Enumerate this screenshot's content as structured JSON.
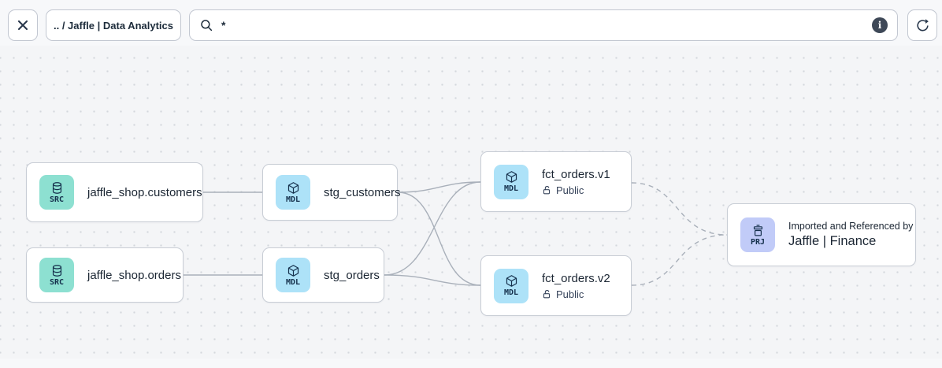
{
  "toolbar": {
    "breadcrumb": ".. / Jaffle | Data Analytics",
    "search": {
      "value": "*",
      "placeholder": ""
    },
    "info_glyph": "i",
    "icons": {
      "close": "close-icon (x)",
      "search": "search-icon (magnifier)",
      "info": "info-icon (filled circle i)",
      "refresh": "refresh-icon (clockwise arrow)"
    }
  },
  "graph": {
    "nodes": [
      {
        "badge": "SRC",
        "title": "jaffle_shop.customers",
        "type": "source"
      },
      {
        "badge": "SRC",
        "title": "jaffle_shop.orders",
        "type": "source"
      },
      {
        "badge": "MDL",
        "title": "stg_customers",
        "type": "model"
      },
      {
        "badge": "MDL",
        "title": "stg_orders",
        "type": "model"
      },
      {
        "badge": "MDL",
        "title": "fct_orders.v1",
        "type": "model",
        "access": "Public"
      },
      {
        "badge": "MDL",
        "title": "fct_orders.v2",
        "type": "model",
        "access": "Public"
      },
      {
        "badge": "PRJ",
        "subtitle": "Imported and Referenced by",
        "title": "Jaffle | Finance",
        "type": "project"
      }
    ],
    "edges": [
      {
        "from": "jaffle_shop.customers",
        "to": "stg_customers",
        "style": "solid"
      },
      {
        "from": "jaffle_shop.orders",
        "to": "stg_orders",
        "style": "solid"
      },
      {
        "from": "stg_customers",
        "to": "fct_orders.v1",
        "style": "solid"
      },
      {
        "from": "stg_customers",
        "to": "fct_orders.v2",
        "style": "solid"
      },
      {
        "from": "stg_orders",
        "to": "fct_orders.v1",
        "style": "solid"
      },
      {
        "from": "stg_orders",
        "to": "fct_orders.v2",
        "style": "solid"
      },
      {
        "from": "fct_orders.v1",
        "to": "Jaffle | Finance",
        "style": "dashed"
      },
      {
        "from": "fct_orders.v2",
        "to": "Jaffle | Finance",
        "style": "dashed"
      }
    ]
  },
  "colors": {
    "canvas_bg": "#f4f5f7",
    "dot": "#d4d7dd",
    "source_badge": "#8de0d1",
    "model_badge": "#ade2f8",
    "project_badge": "#c1cbf8",
    "node_border": "#c8cdd5",
    "edge": "#a9b0ba",
    "text": "#1b2633",
    "info_circle": "#3e4857"
  }
}
